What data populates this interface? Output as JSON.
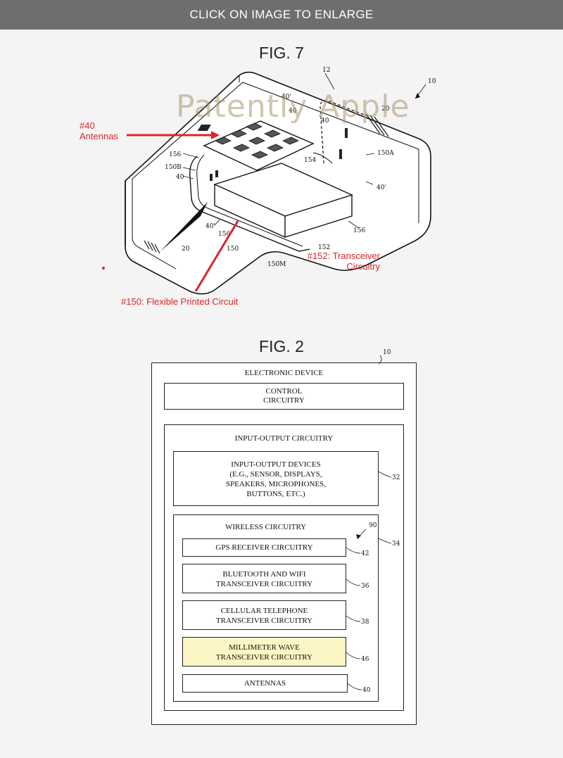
{
  "banner": {
    "text": "CLICK ON IMAGE TO ENLARGE"
  },
  "watermark": "Patently Apple",
  "fig7": {
    "title": "FIG. 7",
    "annotations": {
      "antennas_num": "#40",
      "antennas": "Antennas",
      "transceiver_num": "#152: Transceiver",
      "transceiver": "Circuitry",
      "flex": "#150: Flexible Printed Circuit"
    },
    "refs": {
      "r10": "10",
      "r12": "12",
      "r20a": "20",
      "r20b": "20",
      "r40a": "40'",
      "r40b": "40",
      "r40c": "40",
      "r40d": "40",
      "r40e": "40'",
      "r40f": "40'",
      "r150a": "150A",
      "r150b": "150B",
      "r150": "150",
      "r150m": "150M",
      "r152": "152",
      "r154": "154",
      "r156a": "156",
      "r156b": "156",
      "r156c": "156"
    },
    "colors": {
      "annotation": "#d8262b"
    }
  },
  "fig2": {
    "title": "FIG. 2",
    "ref_device": "10",
    "device_label": "ELECTRONIC DEVICE",
    "control": [
      "CONTROL",
      "CIRCUITRY"
    ],
    "io_label": "INPUT-OUTPUT CIRCUITRY",
    "io_devices": [
      "INPUT-OUTPUT DEVICES",
      "(E.G., SENSOR, DISPLAYS,",
      "SPEAKERS, MICROPHONES,",
      "BUTTONS, ETC.)"
    ],
    "ref_io_devices": "32",
    "wireless_label": "WIRELESS CIRCUITRY",
    "ref_wireless": "34",
    "ref_90": "90",
    "gps": "GPS RECEIVER CIRCUITRY",
    "ref_gps": "42",
    "bt": [
      "BLUETOOTH AND WIFI",
      "TRANSCEIVER CIRCUITRY"
    ],
    "ref_bt": "36",
    "cell": [
      "CELLULAR TELEPHONE",
      "TRANSCEIVER CIRCUITRY"
    ],
    "ref_cell": "38",
    "mmw": [
      "MILLIMETER WAVE",
      "TRANSCEIVER CIRCUITRY"
    ],
    "ref_mmw": "46",
    "antennas": "ANTENNAS",
    "ref_antennas": "40",
    "colors": {
      "highlight": "#fbf6c4"
    }
  }
}
